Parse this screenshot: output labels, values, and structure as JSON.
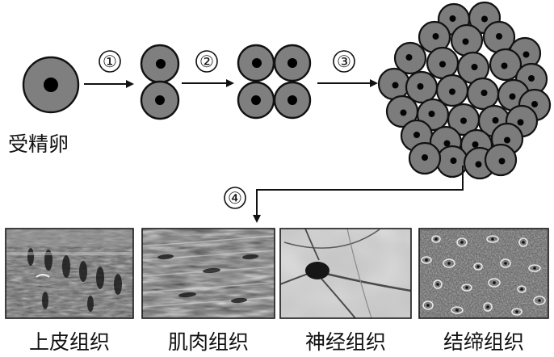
{
  "steps": [
    "①",
    "②",
    "③",
    "④"
  ],
  "zygote_label": "受精卵",
  "tissues": [
    {
      "label": "上皮组织",
      "icon": "epithelial-micrograph"
    },
    {
      "label": "肌肉组织",
      "icon": "muscle-micrograph"
    },
    {
      "label": "神经组织",
      "icon": "nerve-micrograph"
    },
    {
      "label": "结缔组织",
      "icon": "connective-micrograph"
    }
  ],
  "colors": {
    "cytoplasm": "#7f7f7f",
    "nucleus": "#000000",
    "outline": "#111111"
  }
}
